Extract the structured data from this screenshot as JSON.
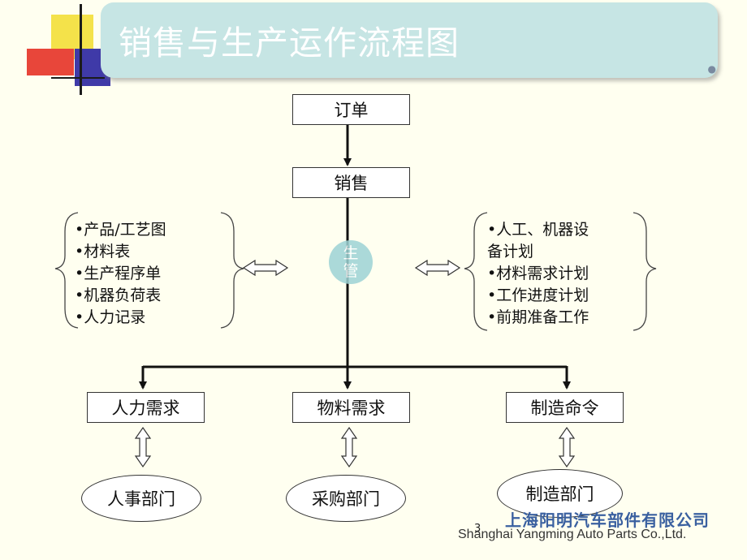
{
  "slide": {
    "title": "销售与生产运作流程图",
    "page_number": "3",
    "company_cn": "上海阳明汽车部件有限公司",
    "company_en": "Shanghai Yangming Auto Parts Co.,Ltd."
  },
  "flow": {
    "order": "订单",
    "sales": "销售",
    "left_items": [
      "•产品/工艺图",
      "•材料表",
      "•生产程序单",
      "•机器负荷表",
      "•人力记录"
    ],
    "right_items": [
      "•人工、机器设",
      "备计划",
      "•材料需求计划",
      "•工作进度计划",
      "•前期准备工作"
    ],
    "center_badge": [
      "生",
      "管"
    ],
    "outputs": [
      "人力需求",
      "物料需求",
      "制造命令"
    ],
    "departments": [
      "人事部门",
      "采购部门",
      "制造部门"
    ]
  },
  "colors": {
    "title_bar": "#c6e5e4",
    "background": "#fffff0",
    "company_text": "#3a60a0"
  }
}
